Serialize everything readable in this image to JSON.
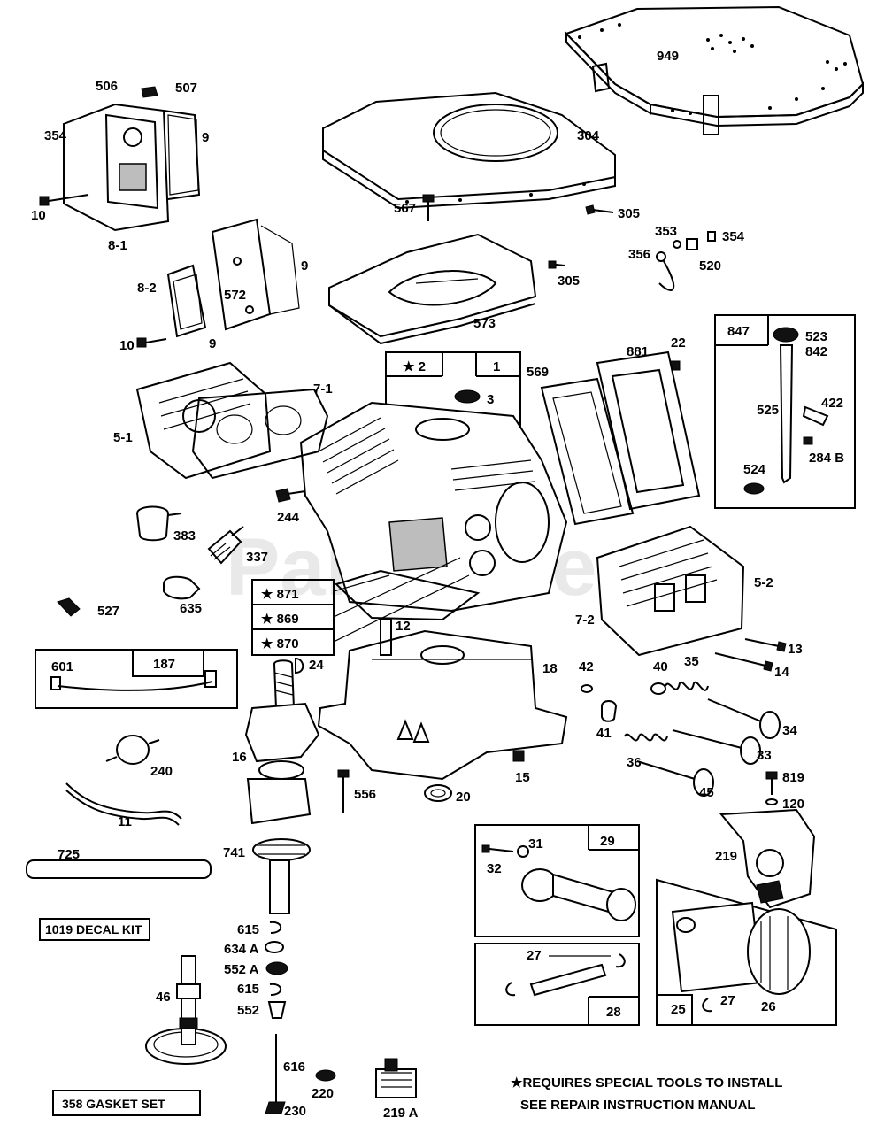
{
  "watermark": "PartsTree",
  "labels": {
    "p949": "949",
    "p506": "506",
    "p507": "507",
    "p354a": "354",
    "p9a": "9",
    "p10a": "10",
    "p8_1": "8-1",
    "p304": "304",
    "p305a": "305",
    "p567": "567",
    "p353": "353",
    "p354b": "354",
    "p356": "356",
    "p520": "520",
    "p305b": "305",
    "p8_2": "8-2",
    "p572": "572",
    "p9b": "9",
    "p573": "573",
    "p10b": "10",
    "p9c": "9",
    "p847": "847",
    "p523": "523",
    "p842": "842",
    "p22": "22",
    "p881": "881",
    "p2": "★ 2",
    "p1": "1",
    "p569": "569",
    "p3": "3",
    "p7_1": "7-1",
    "p5_1": "5-1",
    "p422": "422",
    "p525": "525",
    "p284b": "284 B",
    "p524": "524",
    "p244": "244",
    "p383": "383",
    "p337": "337",
    "p871": "★ 871",
    "p869": "★ 869",
    "p870": "★ 870",
    "p635": "635",
    "p527": "527",
    "p5_2": "5-2",
    "p7_2": "7-2",
    "p12": "12",
    "p13": "13",
    "p14": "14",
    "p601": "601",
    "p187": "187",
    "p24": "24",
    "p18": "18",
    "p42": "42",
    "p40": "40",
    "p35": "35",
    "p41": "41",
    "p36": "36",
    "p34": "34",
    "p33": "33",
    "p16": "16",
    "p240": "240",
    "p15": "15",
    "p45": "45",
    "p819": "819",
    "p120": "120",
    "p11": "11",
    "p556": "556",
    "p20": "20",
    "p29": "29",
    "p31": "31",
    "p32": "32",
    "p219": "219",
    "p725": "725",
    "p741": "741",
    "p615a": "615",
    "p634a": "634 A",
    "p552a": "552 A",
    "p615b": "615",
    "p552": "552",
    "p27a": "27",
    "p46": "46",
    "p28": "28",
    "p25": "25",
    "p27b": "27",
    "p26": "26",
    "p616": "616",
    "p220": "220",
    "p230": "230",
    "p219a": "219 A"
  },
  "kits": {
    "decal": "1019 DECAL KIT",
    "gasket": "358  GASKET SET"
  },
  "footnote": {
    "line1": "★REQUIRES SPECIAL TOOLS TO INSTALL",
    "line2": "SEE REPAIR INSTRUCTION MANUAL"
  }
}
